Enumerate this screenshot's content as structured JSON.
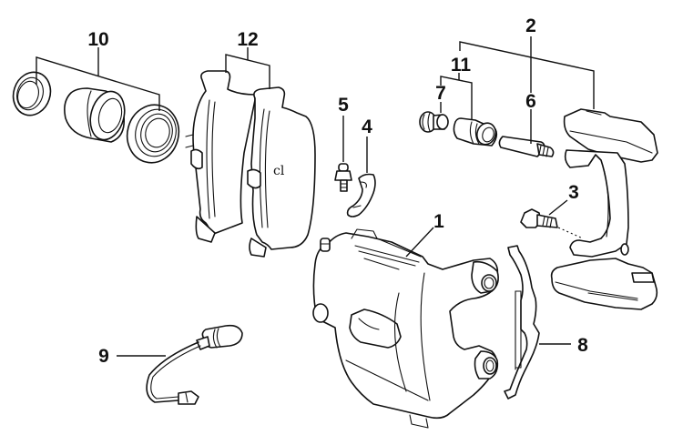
{
  "diagram": {
    "type": "exploded-view",
    "subject": "brake caliper assembly",
    "background_color": "#ffffff",
    "line_color": "#111111",
    "pad_marking": "cl",
    "callouts": [
      {
        "number": "1",
        "part": "caliper-housing"
      },
      {
        "number": "2",
        "part": "caliper-carrier-bracket"
      },
      {
        "number": "3",
        "part": "carrier-mounting-bolt"
      },
      {
        "number": "4",
        "part": "sensor-clip"
      },
      {
        "number": "5",
        "part": "bleed-screw"
      },
      {
        "number": "6",
        "part": "guide-pin"
      },
      {
        "number": "7",
        "part": "guide-pin-cap"
      },
      {
        "number": "8",
        "part": "anti-rattle-spring"
      },
      {
        "number": "9",
        "part": "pad-wear-sensor"
      },
      {
        "number": "10",
        "part": "piston-seal-kit"
      },
      {
        "number": "11",
        "part": "guide-pin-bushing-kit"
      },
      {
        "number": "12",
        "part": "brake-pads"
      }
    ]
  }
}
